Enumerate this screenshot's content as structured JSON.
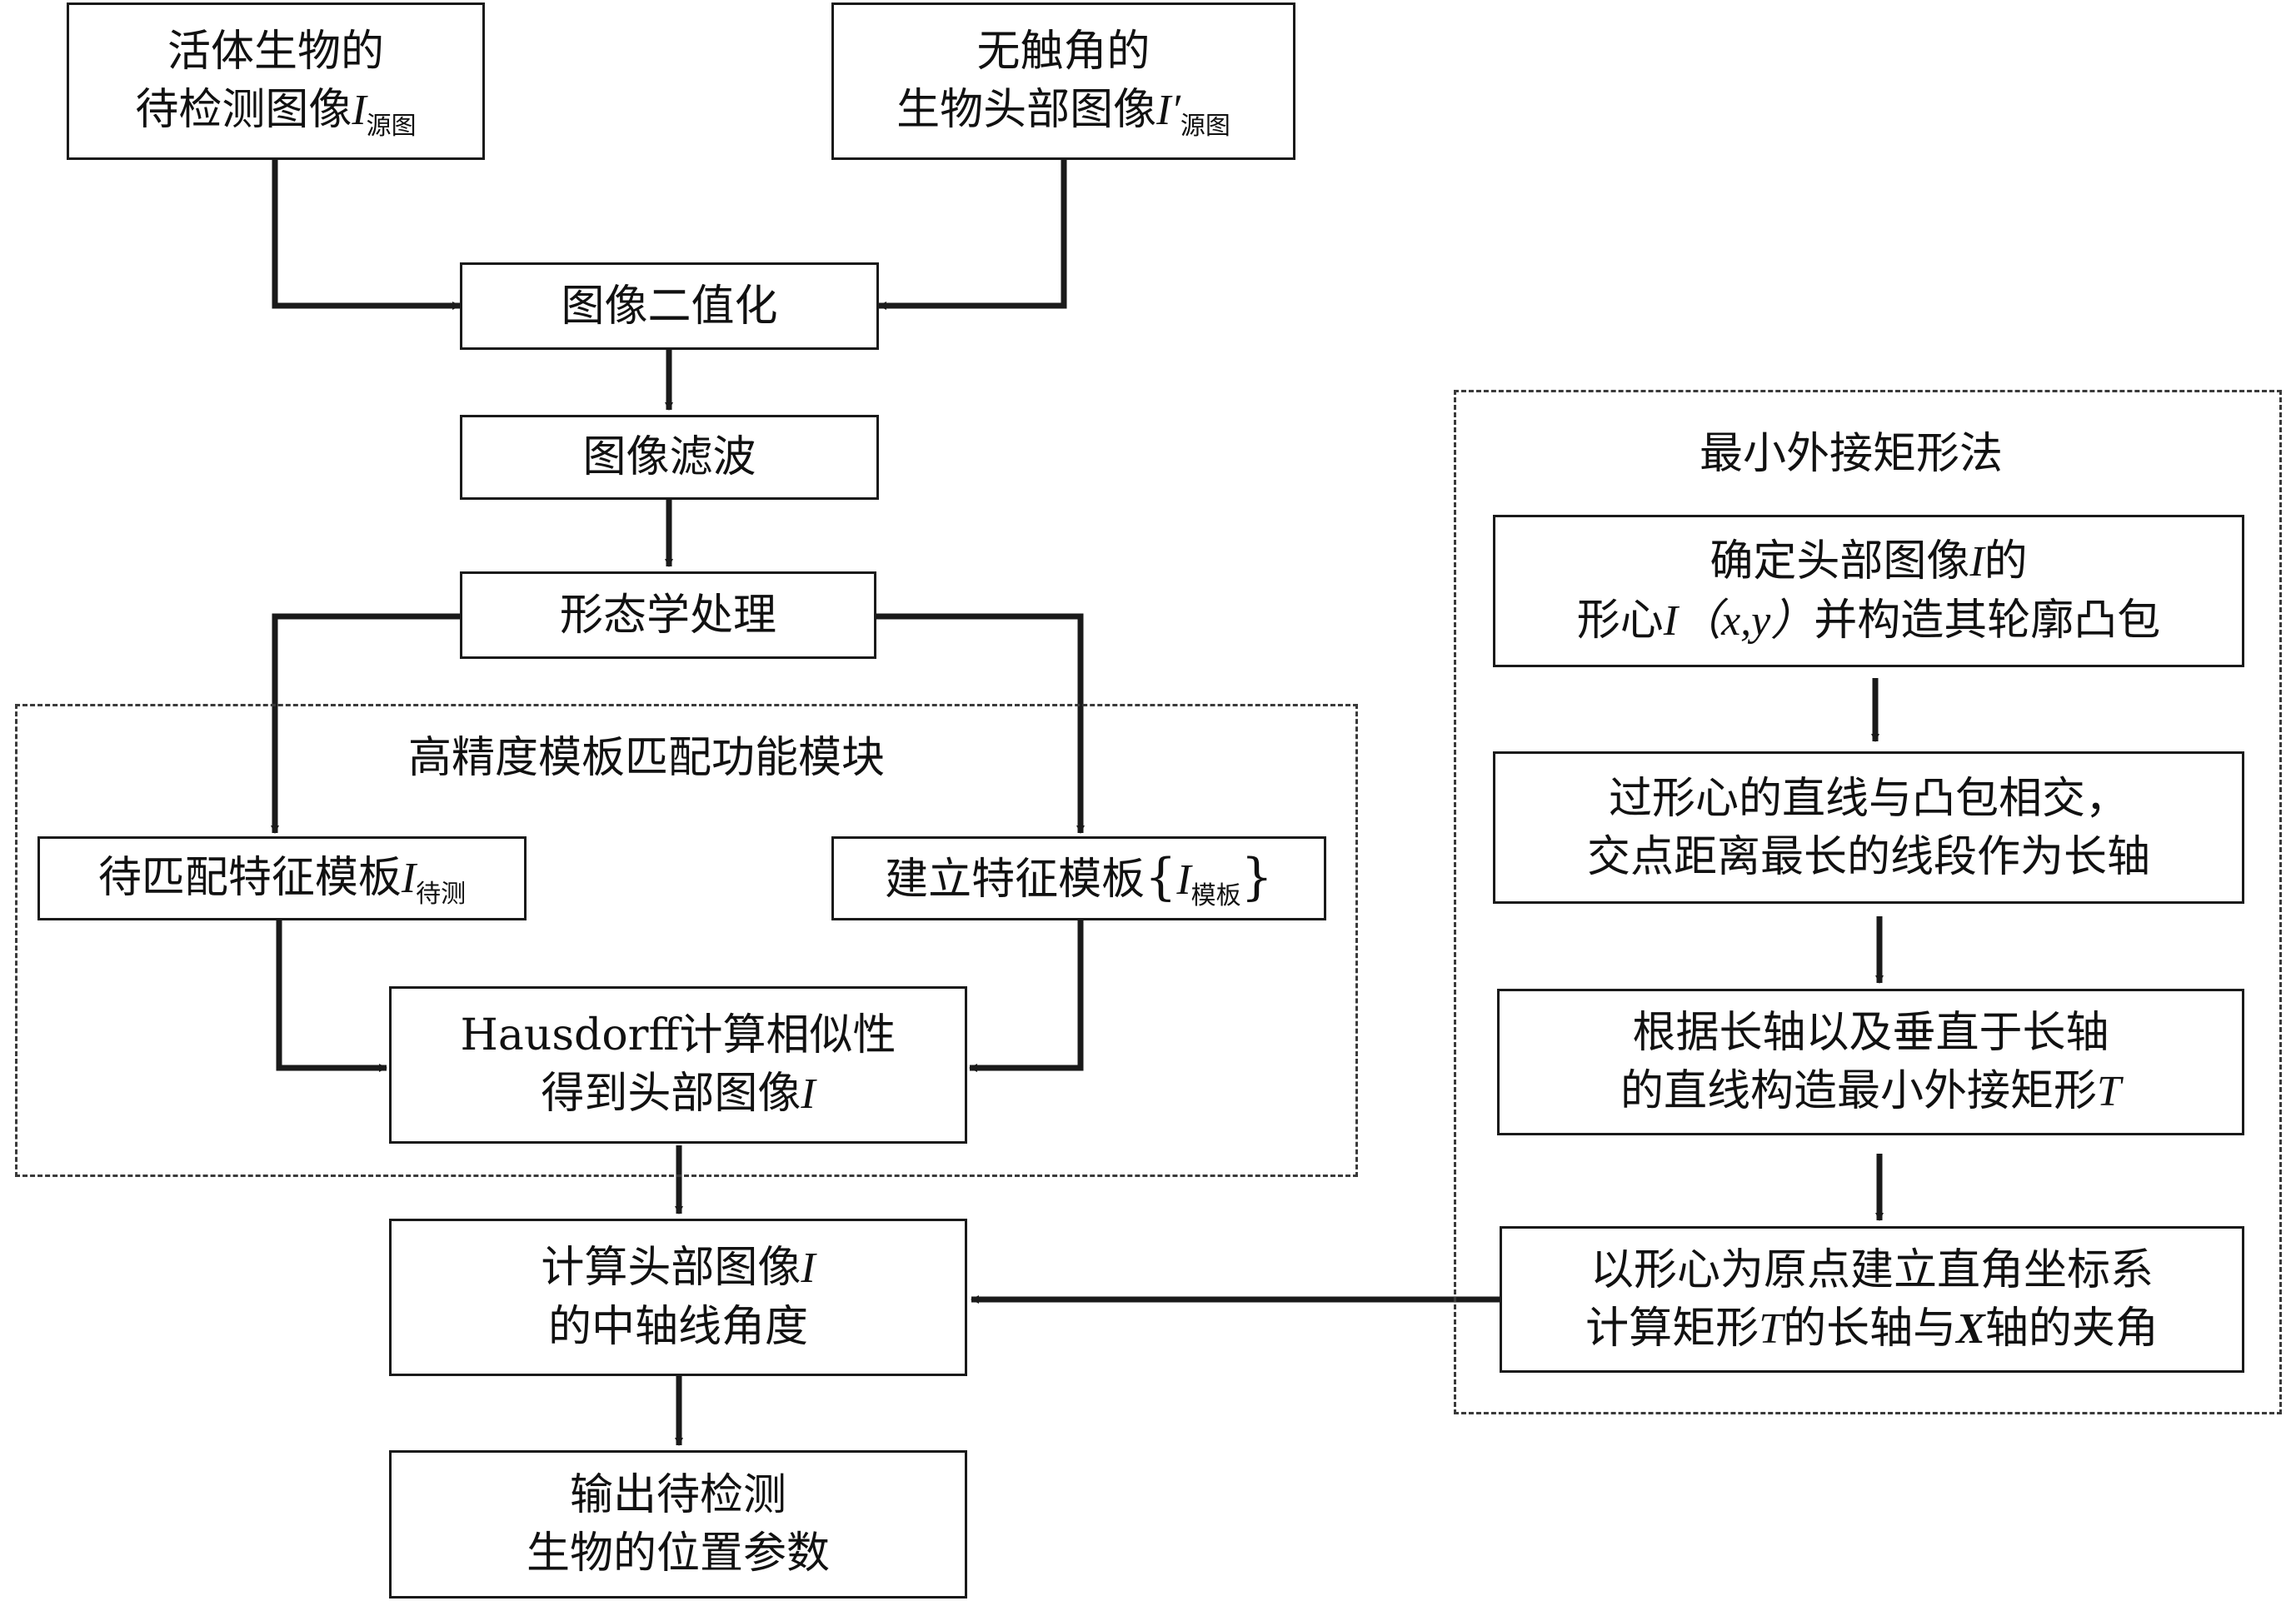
{
  "left_flow": {
    "src_live": {
      "line1": "活体生物的",
      "line2_text": "待检测图像",
      "var": "I",
      "sub": "源图"
    },
    "src_ref": {
      "line1": "无触角的",
      "line2_text": "生物头部图像",
      "var": "I′",
      "sub": "源图"
    },
    "binarize": "图像二值化",
    "filter": "图像滤波",
    "morph": "形态学处理",
    "match_module": {
      "title": "高精度模板匹配功能模块",
      "to_match": {
        "text": "待匹配特征模板",
        "var": "I",
        "sub": "待测"
      },
      "build": {
        "text": "建立特征模板",
        "open": "{",
        "var": "I",
        "sub": "模板",
        "close": "}"
      },
      "hausdorff": {
        "line1": "Hausdorff计算相似性",
        "line2_text": "得到头部图像",
        "var": "I"
      }
    },
    "calc_angle": {
      "line1_text": "计算头部图像",
      "var": "I",
      "line2": "的中轴线角度"
    },
    "output": {
      "line1": "输出待检测",
      "line2": "生物的位置参数"
    }
  },
  "rect_method": {
    "title": "最小外接矩形法",
    "step1": {
      "line1_text": "确定头部图像",
      "var": "I",
      "line1_end": "的",
      "line2_pre": "形心",
      "var2": "I",
      "coord": "（x,y）",
      "line2_post": "并构造其轮廓凸包"
    },
    "step2": {
      "line1": "过形心的直线与凸包相交，",
      "line2": "交点距离最长的线段作为长轴"
    },
    "step3": {
      "line1": "根据长轴以及垂直于长轴",
      "line2_text": "的直线构造最小外接矩形",
      "var": "T"
    },
    "step4": {
      "line1": "以形心为原点建立直角坐标系",
      "line2_pre": "计算矩形",
      "var": "T",
      "line2_mid": "的长轴与",
      "axis": "X",
      "line2_post": "轴的夹角"
    }
  }
}
